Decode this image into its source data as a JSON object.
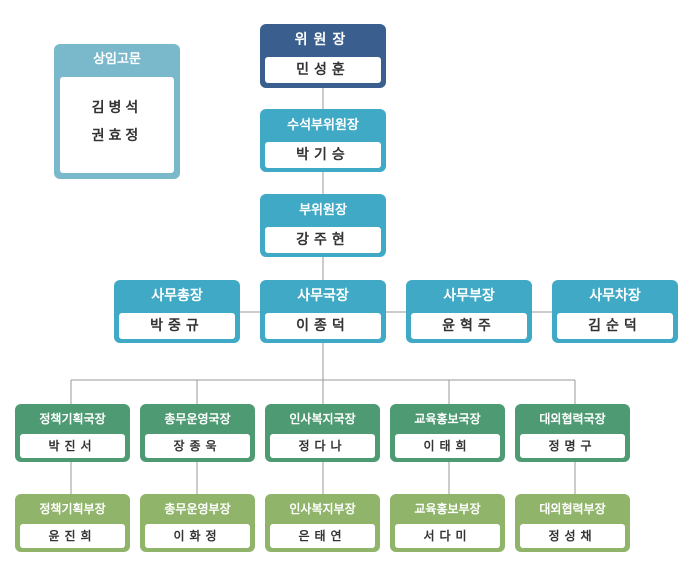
{
  "colors": {
    "chair": "#3a5e8d",
    "upper": "#3fa9c6",
    "advisor": "#7ab8cc",
    "director": "#4e9a72",
    "deputy": "#8fb46a",
    "line": "#999999"
  },
  "advisor": {
    "title": "상임고문",
    "names": [
      "김병석",
      "권효정"
    ]
  },
  "chairman": {
    "title": "위원장",
    "name": "민성훈"
  },
  "senior_vice": {
    "title": "수석부위원장",
    "name": "박기승"
  },
  "vice": {
    "title": "부위원장",
    "name": "강주현"
  },
  "secretariat": [
    {
      "title": "사무총장",
      "name": "박중규"
    },
    {
      "title": "사무국장",
      "name": "이종덕"
    },
    {
      "title": "사무부장",
      "name": "윤혁주"
    },
    {
      "title": "사무차장",
      "name": "김순덕"
    }
  ],
  "bureaus": [
    {
      "title": "정책기획국장",
      "name": "박진서",
      "deputy_title": "정책기획부장",
      "deputy_name": "윤진희"
    },
    {
      "title": "총무운영국장",
      "name": "장종욱",
      "deputy_title": "총무운영부장",
      "deputy_name": "이화정"
    },
    {
      "title": "인사복지국장",
      "name": "정다나",
      "deputy_title": "인사복지부장",
      "deputy_name": "은태연"
    },
    {
      "title": "교육홍보국장",
      "name": "이태희",
      "deputy_title": "교육홍보부장",
      "deputy_name": "서다미"
    },
    {
      "title": "대외협력국장",
      "name": "정명구",
      "deputy_title": "대외협력부장",
      "deputy_name": "정성채"
    }
  ]
}
